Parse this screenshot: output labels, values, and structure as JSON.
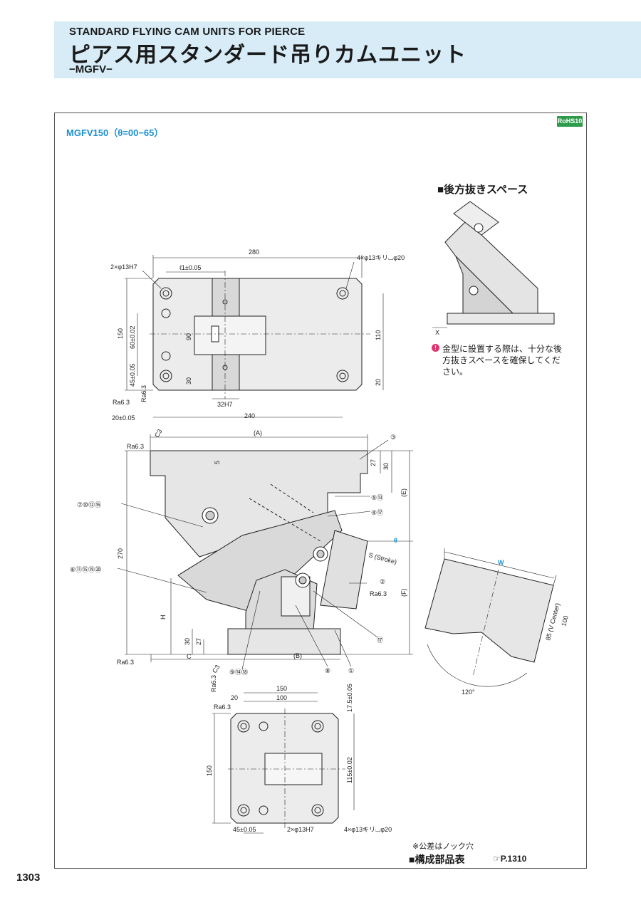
{
  "header": {
    "en_title": "STANDARD FLYING CAM UNITS FOR PIERCE",
    "jp_title": "ピアス用スタンダード吊りカムユニット",
    "series": "−MGFV−"
  },
  "model_label": "MGFV150（θ=00−65）",
  "rohs_badge": "RoHS10",
  "rear_space": {
    "title": "■後方抜きスペース",
    "x_label": "X",
    "note_icon": "!",
    "note": "金型に設置する際は、十分な後方抜きスペースを確保してください。"
  },
  "top_view": {
    "width_280": "280",
    "holes_2": "2×φ13H7",
    "l1": "ℓ1±0.05",
    "holes_4": "4×φ13キリ⌴φ20",
    "h150": "150",
    "d60": "60±0.02",
    "d90": "90",
    "d110": "110",
    "d45": "45±0.05",
    "d30": "30",
    "d20": "20",
    "ra_a": "Ra6.3",
    "ra_b": "Ra6.3",
    "d20b": "20±0.05",
    "slot": "32H7",
    "width_240": "240"
  },
  "side_view": {
    "c3_top": "C3",
    "ra_top": "Ra6.3",
    "a_label": "(A)",
    "d5": "5",
    "d27": "27",
    "d30": "30",
    "e_label": "(E)",
    "theta": "θ",
    "stroke": "S (Stroke)",
    "f_label": "(F)",
    "ra_right": "Ra6.3",
    "d270": "270",
    "h_label": "H",
    "d30b": "30",
    "d27b": "27",
    "c_label": "C",
    "b_label": "(B)",
    "ra_bottom": "Ra6.3",
    "c3_bottom": "C3",
    "ref_3": "③",
    "ref_513": "⑤⑬",
    "ref_417": "④⑰",
    "ref_2": "②",
    "ref_17": "⑰",
    "ref_8": "⑧",
    "ref_1": "①",
    "ref_left1": "⑦⑩⑫⑯",
    "ref_left2": "⑥⑪⑮⑲⑳",
    "ref_bottom": "⑨⑭⑱"
  },
  "cam_view": {
    "w_label": "W",
    "d85": "85 (V Center)",
    "d100": "100",
    "angle": "120°"
  },
  "bottom_view": {
    "ra_a": "Ra6.3",
    "ra_b": "Ra6.3",
    "d150": "150",
    "d20": "20",
    "d100": "100",
    "d175": "17.5±0.05",
    "h150": "150",
    "d115": "115±0.02",
    "d45": "45±0.05",
    "holes_2": "2×φ13H7",
    "holes_4": "4×φ13キリ⌴φ20"
  },
  "footer": {
    "tol_note": "※公差はノック穴",
    "parts_title": "■構成部品表",
    "parts_ref": "☞P.1310",
    "page_number": "1303"
  }
}
